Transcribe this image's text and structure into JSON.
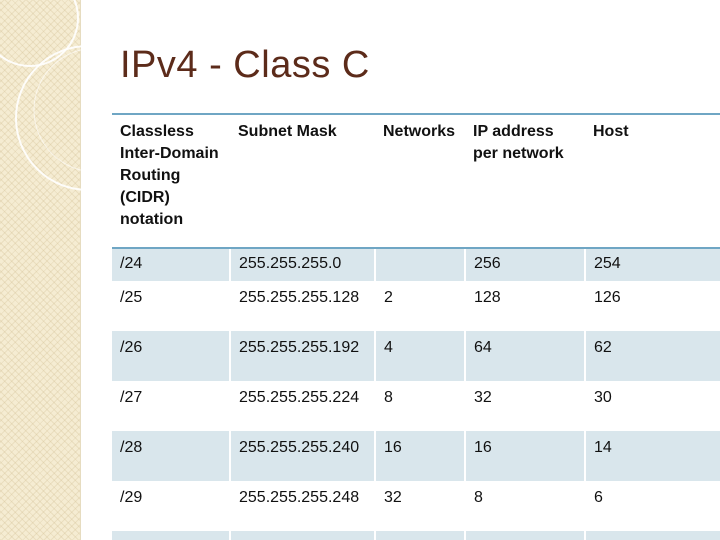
{
  "slide": {
    "title": "IPv4 - Class C"
  },
  "table": {
    "headers": [
      "Classless Inter-Domain Routing (CIDR) notation",
      "Subnet Mask",
      "Networks",
      "IP address per network",
      "Host"
    ],
    "rows": [
      {
        "cidr": "/24",
        "mask": "255.255.255.0",
        "networks": "",
        "ips": "256",
        "hosts": "254"
      },
      {
        "cidr": "/25",
        "mask": "255.255.255.128",
        "networks": "2",
        "ips": "128",
        "hosts": "126"
      },
      {
        "cidr": "/26",
        "mask": "255.255.255.192",
        "networks": "4",
        "ips": "64",
        "hosts": "62"
      },
      {
        "cidr": "/27",
        "mask": "255.255.255.224",
        "networks": "8",
        "ips": "32",
        "hosts": "30"
      },
      {
        "cidr": "/28",
        "mask": "255.255.255.240",
        "networks": "16",
        "ips": "16",
        "hosts": "14"
      },
      {
        "cidr": "/29",
        "mask": "255.255.255.248",
        "networks": "32",
        "ips": "8",
        "hosts": "6"
      }
    ]
  },
  "colors": {
    "title": "#5c2b1a",
    "row_band": "#d9e6ec",
    "rule": "#6fa6c4",
    "side_band": "#f5ecd2"
  }
}
